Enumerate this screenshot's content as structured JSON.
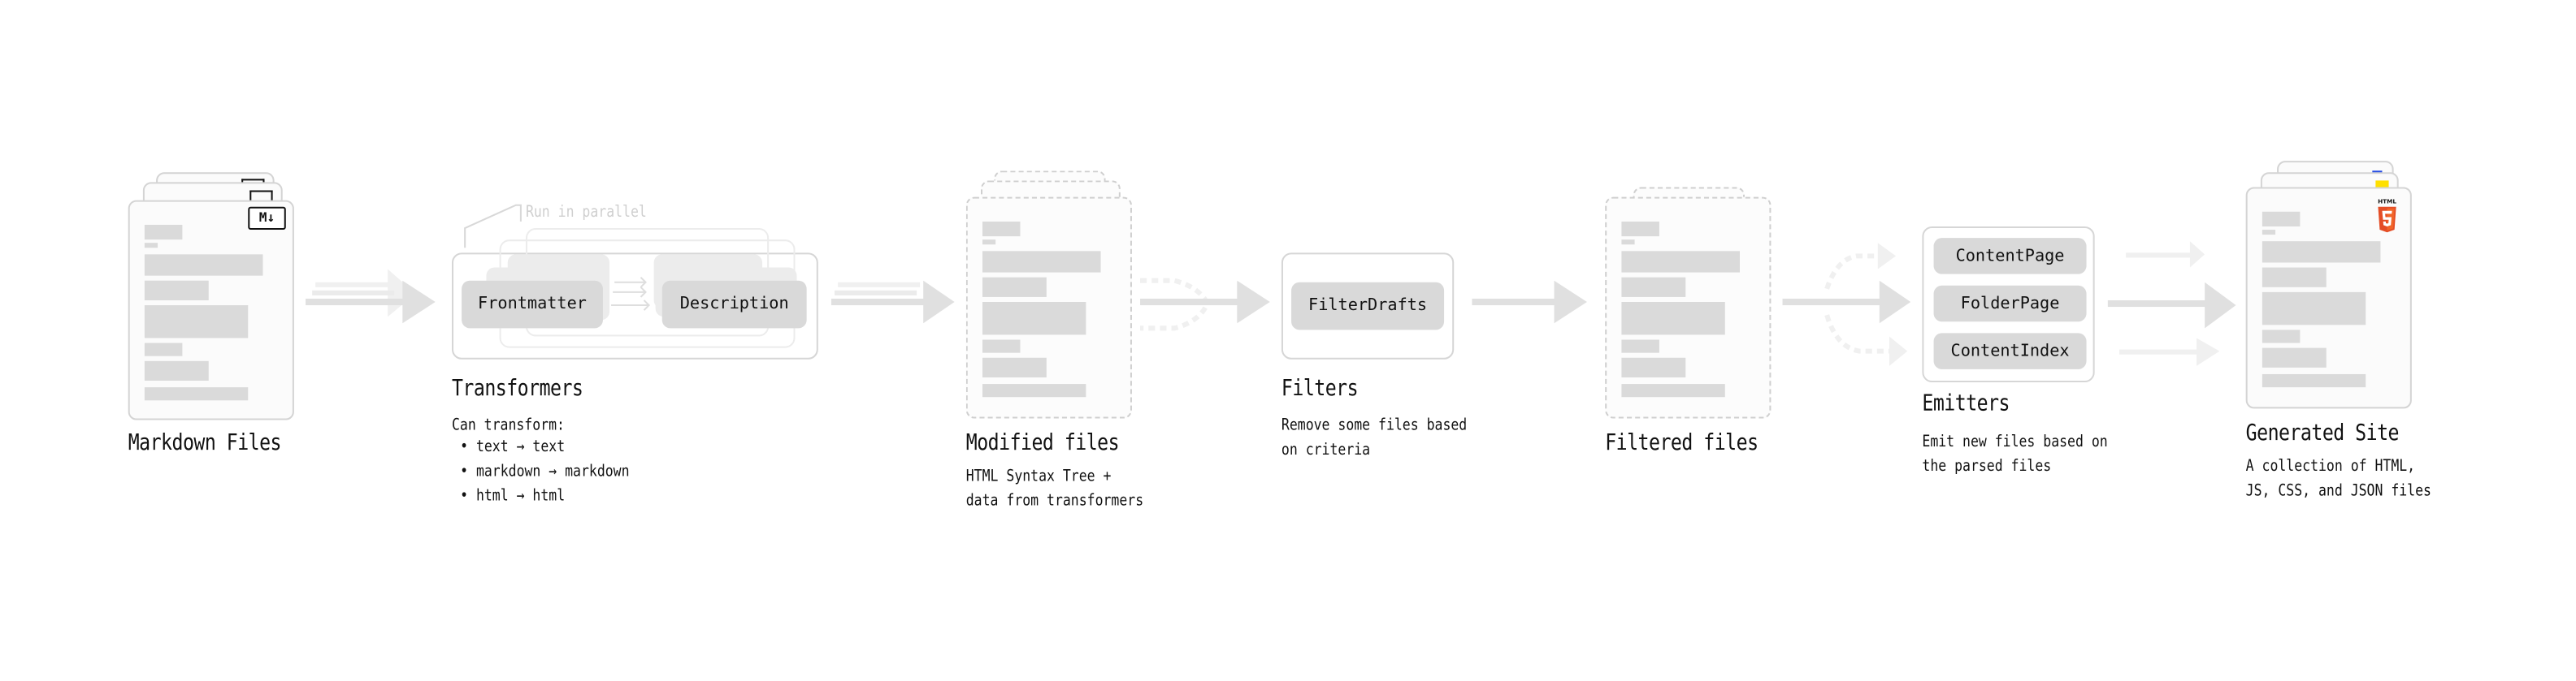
{
  "colors": {
    "arrow": "#e0e0e0",
    "block": "#dadada",
    "button": "#d9d9d9",
    "html5": "#e44d26",
    "js": "#f7df1e",
    "css": "#264de4"
  },
  "stages": {
    "markdown": {
      "title": "Markdown Files",
      "icon": "markdown-icon",
      "badge": "M↓"
    },
    "transformers": {
      "title": "Transformers",
      "parallel_label": "Run in parallel",
      "plugins": [
        "Frontmatter",
        "Description"
      ],
      "desc_heading": "Can transform:",
      "bullets": [
        "text → text",
        "markdown → markdown",
        "html → html"
      ]
    },
    "modified": {
      "title": "Modified files",
      "desc": [
        "HTML Syntax Tree +",
        "data from transformers"
      ]
    },
    "filters": {
      "title": "Filters",
      "plugins": [
        "FilterDrafts"
      ],
      "desc": [
        "Remove some files based",
        "on criteria"
      ]
    },
    "filtered": {
      "title": "Filtered files"
    },
    "emitters": {
      "title": "Emitters",
      "plugins": [
        "ContentPage",
        "FolderPage",
        "ContentIndex"
      ],
      "desc": [
        "Emit new files based on",
        "the parsed files"
      ]
    },
    "generated": {
      "title": "Generated Site",
      "icons": [
        "html5-icon",
        "js-icon",
        "css-icon"
      ],
      "html_badge": "HTML",
      "desc": [
        "A collection of HTML,",
        "JS, CSS, and JSON files"
      ]
    }
  }
}
